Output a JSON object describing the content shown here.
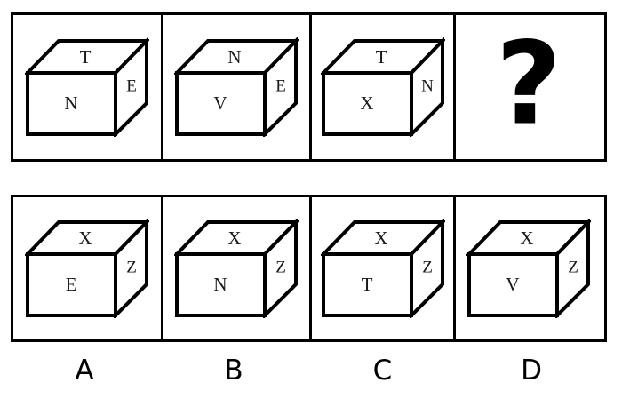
{
  "puzzle": {
    "type": "cube-rotation-multiple-choice",
    "question_row": {
      "name": "question-sequence",
      "panels": [
        {
          "index": 1,
          "kind": "cube",
          "faces": {
            "top": "T",
            "front": "N",
            "right": "E"
          }
        },
        {
          "index": 2,
          "kind": "cube",
          "faces": {
            "top": "N",
            "front": "V",
            "right": "E"
          }
        },
        {
          "index": 3,
          "kind": "cube",
          "faces": {
            "top": "T",
            "front": "X",
            "right": "N"
          }
        },
        {
          "index": 4,
          "kind": "unknown",
          "symbol": "?"
        }
      ]
    },
    "options_row": {
      "name": "answer-options",
      "panels": [
        {
          "index": 1,
          "label": "A",
          "kind": "cube",
          "faces": {
            "top": "X",
            "front": "E",
            "right": "Z"
          }
        },
        {
          "index": 2,
          "label": "B",
          "kind": "cube",
          "faces": {
            "top": "X",
            "front": "N",
            "right": "Z"
          }
        },
        {
          "index": 3,
          "label": "C",
          "kind": "cube",
          "faces": {
            "top": "X",
            "front": "T",
            "right": "Z"
          }
        },
        {
          "index": 4,
          "label": "D",
          "kind": "cube",
          "faces": {
            "top": "X",
            "front": "V",
            "right": "Z"
          }
        }
      ]
    },
    "colors": {
      "stroke": "#000000",
      "background": "#ffffff",
      "letter": "#1a1a1a"
    }
  }
}
